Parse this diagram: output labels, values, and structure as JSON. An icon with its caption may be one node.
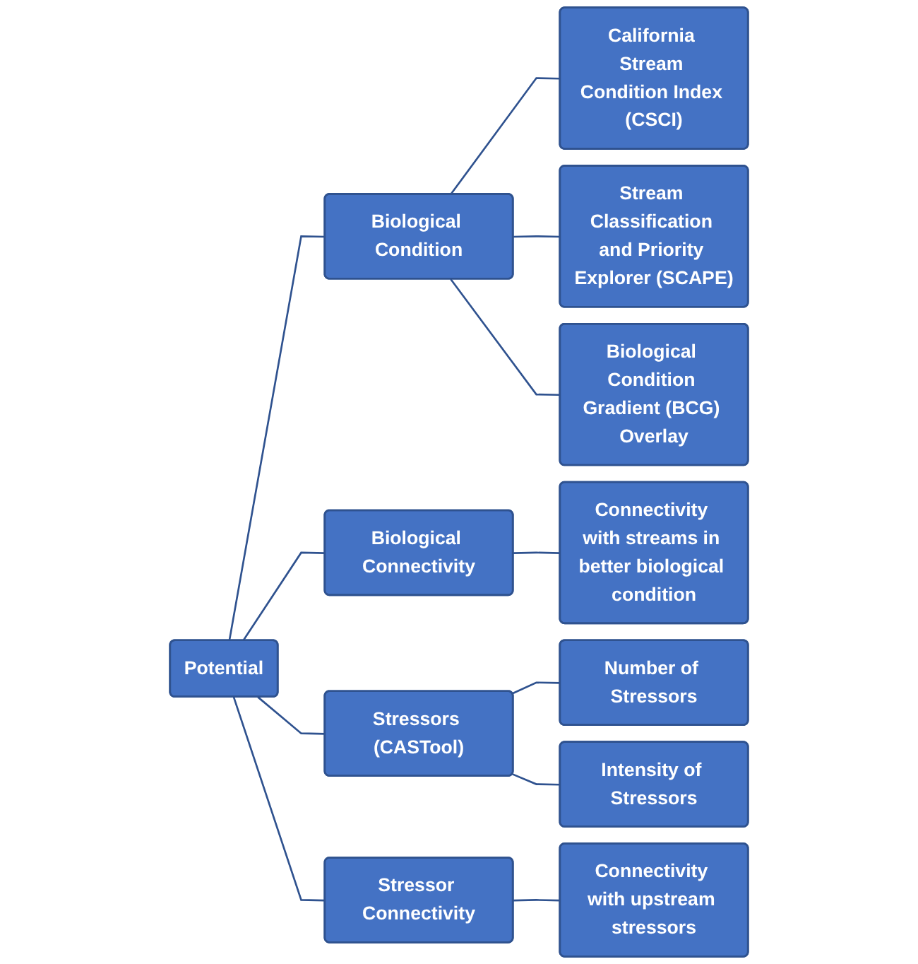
{
  "diagram": {
    "nodes": [
      {
        "text": [
          "Potential"
        ]
      },
      {
        "text": [
          "Biological Condition"
        ]
      },
      {
        "text": [
          "California Stream Condition Index (CSCI)"
        ]
      },
      {
        "text": [
          "Stream Classification and Priority Explorer (SCAPE)"
        ]
      },
      {
        "text": [
          "Biological Condition Gradient (BCG) Overlay"
        ]
      },
      {
        "text": [
          "Biological Connectivity"
        ]
      },
      {
        "text": [
          "Connectivity with streams in better biological condition"
        ]
      },
      {
        "text": [
          "Stressors (CASTool)"
        ]
      },
      {
        "text": [
          "Number of Stressors"
        ]
      },
      {
        "text": [
          "Intensity of Stressors"
        ]
      },
      {
        "text": [
          "Stressor Connectivity"
        ]
      },
      {
        "text": [
          "Connectivity with upstream stressors"
        ]
      }
    ],
    "edges": [
      {
        "from": 0,
        "to": 1,
        "arrow": "none"
      },
      {
        "from": 0,
        "to": 5,
        "arrow": "none"
      },
      {
        "from": 0,
        "to": 7,
        "arrow": "none"
      },
      {
        "from": 0,
        "to": 10,
        "arrow": "none"
      },
      {
        "from": 1,
        "to": 2,
        "arrow": "none"
      },
      {
        "from": 1,
        "to": 3,
        "arrow": "none"
      },
      {
        "from": 1,
        "to": 4,
        "arrow": "none"
      },
      {
        "from": 5,
        "to": 6,
        "arrow": "none"
      },
      {
        "from": 7,
        "to": 8,
        "arrow": "none"
      },
      {
        "from": 7,
        "to": 9,
        "arrow": "none"
      },
      {
        "from": 10,
        "to": 11,
        "arrow": "none"
      }
    ]
  }
}
